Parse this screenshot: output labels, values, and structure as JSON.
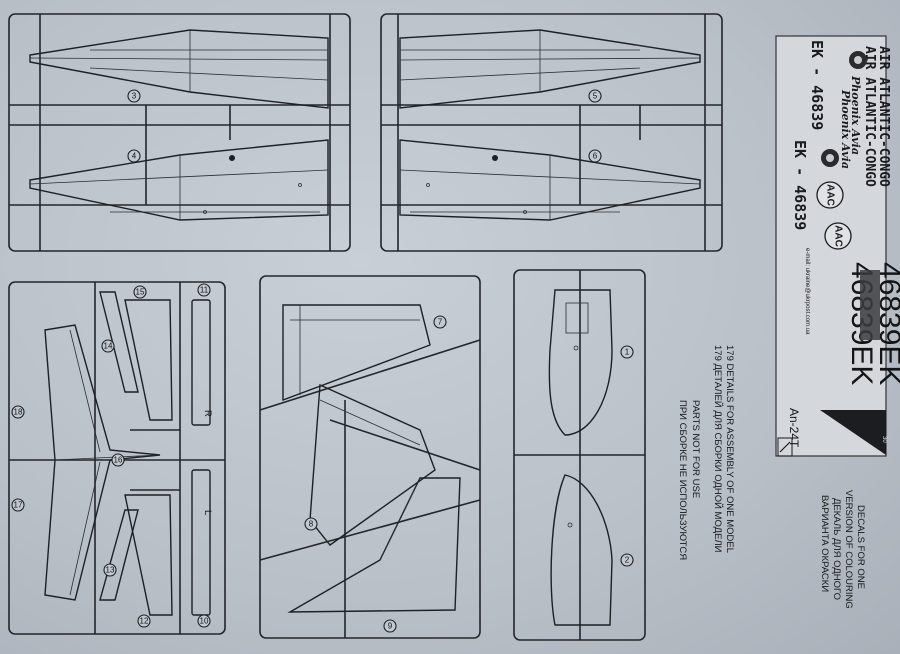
{
  "part_numbers": [
    "1",
    "2",
    "3",
    "4",
    "5",
    "6",
    "7",
    "8",
    "9",
    "10",
    "11",
    "12",
    "13",
    "14",
    "15",
    "16",
    "17",
    "18"
  ],
  "side_labels": {
    "right": "R",
    "left": "L"
  },
  "notes": {
    "details_en": "179 DETAILS FOR ASSEMBLY OF ONE MODEL",
    "details_ru": "179 ДЕТАЛЕЙ ДЛЯ СБОРКИ ОДНОЙ МОДЕЛИ",
    "unused_en": "PARTS NOT FOR USE",
    "unused_ru": "ПРИ СБОРКЕ НЕ ИСПОЛЬЗУЮТСЯ",
    "decals_en_1": "DECALS FOR ONE",
    "decals_en_2": "VERSION OF COLOURING",
    "decals_ru_1": "ДЕКАЛЬ ДЛЯ ОДНОГО",
    "decals_ru_2": "ВАРИАНТА ОКРАСКИ"
  },
  "decals": {
    "airline_1": "AIR ATLANTIC-CONGO",
    "airline_2": "AIR ATLANTIC-CONGO",
    "phoenix_1": "Phoenix Avia",
    "phoenix_2": "Phoenix Avia",
    "reg_1": "EK - 46839",
    "reg_2": "EK - 46839",
    "aac_1": "AAC",
    "aac_2": "AAC",
    "big_reg_1": "46839EK",
    "big_reg_2": "46839EK",
    "model": "An-24T",
    "email": "e-mail: ukraine@ukrpost.com.ua",
    "sheet_no": "30"
  }
}
